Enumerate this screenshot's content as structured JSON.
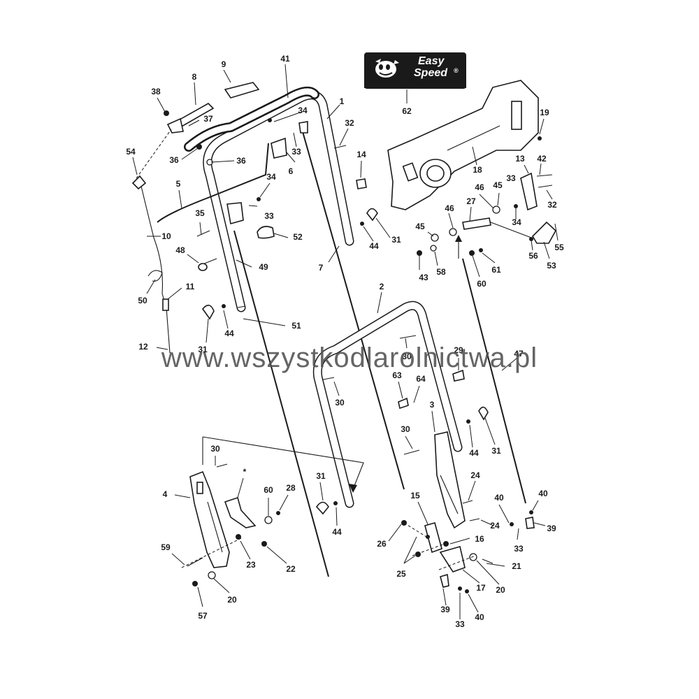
{
  "logo": {
    "line1": "Easy",
    "line2": "Speed",
    "trademark": "®"
  },
  "watermark": "www.wszystkodlarolnictwa.pl",
  "asterisk": "*",
  "labels": {
    "p1": "1",
    "p2": "2",
    "p3": "3",
    "p4": "4",
    "p5": "5",
    "p6": "6",
    "p7": "7",
    "p8": "8",
    "p9": "9",
    "p10": "10",
    "p11": "11",
    "p12": "12",
    "p13": "13",
    "p14": "14",
    "p15": "15",
    "p16": "16",
    "p17": "17",
    "p18": "18",
    "p19": "19",
    "p20": "20",
    "p21": "21",
    "p22": "22",
    "p23": "23",
    "p24": "24",
    "p25": "25",
    "p26": "26",
    "p27": "27",
    "p28": "28",
    "p29": "29",
    "p30": "30",
    "p31": "31",
    "p32": "32",
    "p33": "33",
    "p34": "34",
    "p35": "35",
    "p36": "36",
    "p37": "37",
    "p38": "38",
    "p39": "39",
    "p40": "40",
    "p41": "41",
    "p42": "42",
    "p43": "43",
    "p44": "44",
    "p45": "45",
    "p46": "46",
    "p47": "47",
    "p48": "48",
    "p49": "49",
    "p50": "50",
    "p51": "51",
    "p52": "52",
    "p53": "53",
    "p54": "54",
    "p55": "55",
    "p56": "56",
    "p57": "57",
    "p58": "58",
    "p59": "59",
    "p60": "60",
    "p61": "61",
    "p62": "62",
    "p63": "63",
    "p64": "64"
  },
  "colors": {
    "line": "#1a1a1a",
    "background": "#ffffff",
    "watermark": "#505050"
  }
}
